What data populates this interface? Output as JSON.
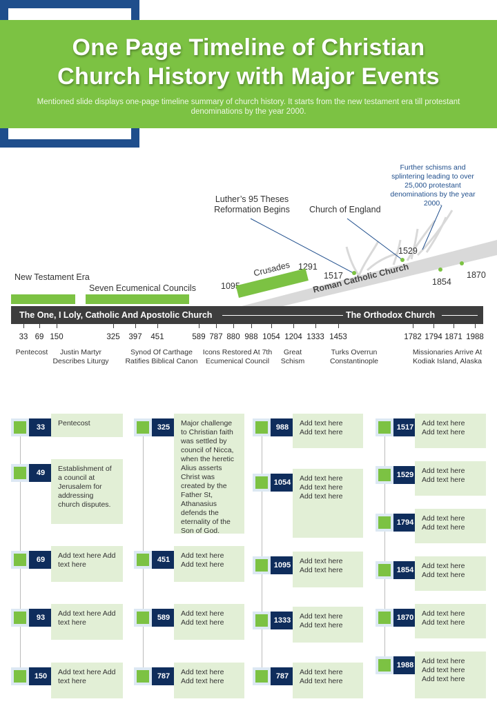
{
  "header": {
    "title": "One Page Timeline of Christian Church History with Major Events",
    "subtitle": "Mentioned slide displays one-page timeline summary of church history. It starts from the new testament era till protestant denominations by the year 2000."
  },
  "timeline": {
    "periods": {
      "new_testament": "New Testament Era",
      "councils": "Seven Ecumenical Councils",
      "crusades": "Crusades",
      "year_1095": "1095",
      "year_1291": "1291",
      "roman_catholic": "Roman Catholic Church"
    },
    "bar": {
      "left_label": "The One, I Loly, Catholic And Apostolic  Church",
      "right_label": "The Orthodox  Church"
    },
    "callouts": {
      "luther": "Luther’s 95 Theses Reformation  Begins",
      "england": "Church of England",
      "schisms": "Further schisms and splintering leading to over 25,000 protestant denominations  by the year 2000."
    },
    "branch_years": [
      "1517",
      "1529",
      "1854",
      "1870"
    ],
    "years": [
      "33",
      "69",
      "150",
      "325",
      "397",
      "451",
      "589",
      "787",
      "880",
      "988",
      "1054",
      "1204",
      "1333",
      "1453",
      "1782",
      "1794",
      "1871",
      "1988"
    ],
    "events": {
      "pentecost": "Pentecost",
      "justin": "Justin Martyr Describes Liturgy",
      "synod": "Synod Of Carthage Ratifies Biblical Canon",
      "icons": "Icons Restored At 7th Ecumenical Council",
      "schism": "Great Schism",
      "turks": "Turks Overrun Constantinople",
      "missionaries": "Missionaries Arrive At Kodiak Island, Alaska"
    }
  },
  "columns": [
    [
      {
        "year": "33",
        "text": "Pentecost"
      },
      {
        "year": "49",
        "text": "Establishment of a council at Jerusalem for addressing church disputes."
      },
      {
        "year": "69",
        "text": "Add text here Add text here"
      },
      {
        "year": "93",
        "text": "Add text here Add text here"
      },
      {
        "year": "150",
        "text": "Add text here Add text here"
      }
    ],
    [
      {
        "year": "325",
        "text": "Major challenge to Christian faith was settled by council of Nicca, when the heretic Alius asserts Christ was created by the Father St, Athanasius defends the eternality of the Son of God."
      },
      {
        "year": "451",
        "text": "Add text here Add text here"
      },
      {
        "year": "589",
        "text": "Add text here Add text here"
      },
      {
        "year": "787",
        "text": "Add text here Add text here"
      }
    ],
    [
      {
        "year": "988",
        "text": "Add text here Add text here"
      },
      {
        "year": "1054",
        "text": "Add text here Add text here Add text here"
      },
      {
        "year": "1095",
        "text": "Add text here Add text here"
      },
      {
        "year": "1333",
        "text": "Add text here Add text here"
      },
      {
        "year": "787",
        "text": "Add text here Add text here"
      }
    ],
    [
      {
        "year": "1517",
        "text": "Add text here Add text here"
      },
      {
        "year": "1529",
        "text": "Add text here Add text here"
      },
      {
        "year": "1794",
        "text": "Add text here Add text here"
      },
      {
        "year": "1854",
        "text": "Add text here Add text here"
      },
      {
        "year": "1870",
        "text": "Add text here Add text here"
      },
      {
        "year": "1988",
        "text": "Add text here Add text here Add text here"
      }
    ]
  ]
}
